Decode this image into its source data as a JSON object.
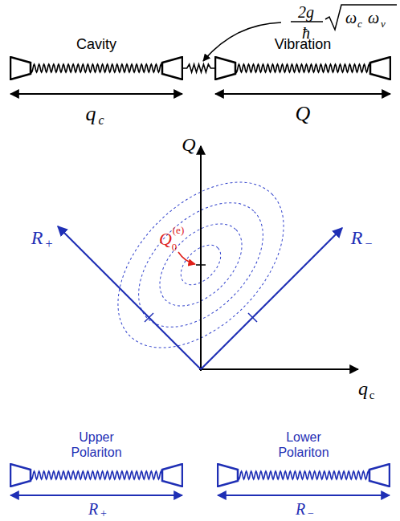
{
  "diagram": {
    "nodes": [
      {
        "text": [
          "Cavity"
        ]
      },
      {
        "text": [
          "Vibration"
        ]
      },
      {
        "text": [
          "Upper Polariton"
        ]
      },
      {
        "text": [
          "Lower Polariton"
        ]
      }
    ],
    "edges": [
      {
        "from": 0,
        "to": 1,
        "arrow": "none"
      }
    ],
    "labels": [
      "2g",
      "ħ",
      "ω",
      "c",
      "ω",
      "v",
      "q",
      "c",
      "Q",
      "Q",
      "q",
      "c",
      "R",
      "+",
      "R",
      "−",
      "Q",
      "0",
      "(e)",
      "R",
      "+",
      "R",
      "−"
    ]
  }
}
